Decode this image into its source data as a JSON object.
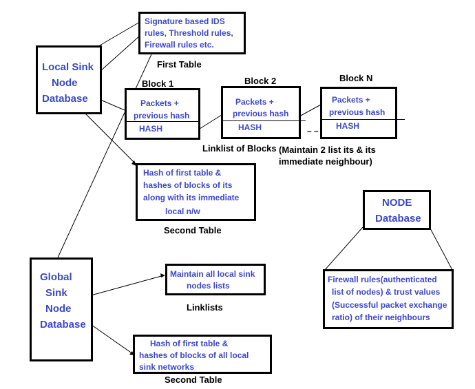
{
  "local_sink": {
    "lines": [
      "Local Sink",
      "Node",
      "Database"
    ]
  },
  "first_table": {
    "lines": [
      "Signature based IDS",
      "rules, Threshold rules,",
      "Firewall rules etc."
    ],
    "caption": "First Table"
  },
  "blocks": [
    {
      "title": "Block 1",
      "content": [
        "Packets +",
        "previous hash"
      ],
      "hash": "HASH"
    },
    {
      "title": "Block 2",
      "content": [
        "Packets +",
        "previous hash"
      ],
      "hash": "HASH"
    },
    {
      "title": "Block N",
      "content": [
        "Packets +",
        "previous hash"
      ],
      "hash": "HASH"
    }
  ],
  "linklist_caption": "Linklist of Blocks",
  "maintain_note": [
    "(Maintain 2 list its & its",
    "immediate neighbour)"
  ],
  "second_table_local": {
    "lines": [
      "Hash of first table &",
      "hashes of blocks of its",
      "along with its immediate",
      "local n/w"
    ],
    "caption": "Second Table"
  },
  "node_db": {
    "lines": [
      "NODE",
      "Database"
    ]
  },
  "firewall_box": {
    "lines": [
      "Firewall rules(authenticated",
      "list of nodes) & trust values",
      "(Successful packet exchange",
      "ratio) of their neighbours"
    ]
  },
  "global_sink": {
    "lines": [
      "Global",
      "Sink",
      "Node",
      "Database"
    ]
  },
  "linklists_box": {
    "lines": [
      "Maintain all local sink",
      "nodes lists"
    ],
    "caption": "Linklists"
  },
  "second_table_global": {
    "lines": [
      "Hash of first table &",
      "hashes of blocks of all local",
      "sink networks"
    ],
    "caption": "Second Table"
  },
  "colors": {
    "text_blue": "#3c48c8",
    "border": "#000000"
  }
}
